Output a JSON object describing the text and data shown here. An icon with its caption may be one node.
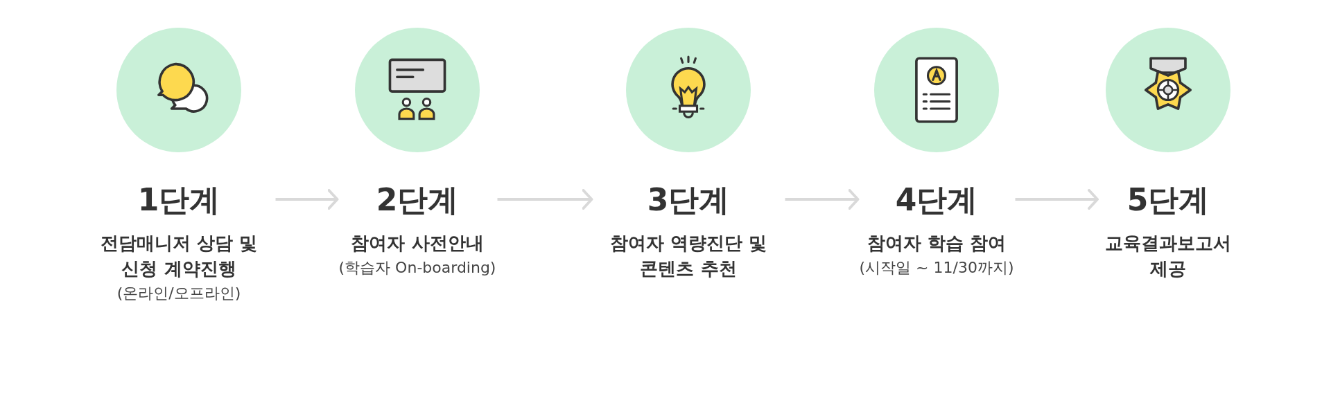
{
  "diagram": {
    "nodes": [
      {
        "text": [
          "1단계",
          "전담매니저 상담 및 신청 계약진행",
          "(온라인/오프라인)"
        ]
      },
      {
        "text": [
          "2단계",
          "참여자 사전안내",
          "(학습자 On-boarding)"
        ]
      },
      {
        "text": [
          "3단계",
          "참여자 역량진단 및 콘텐츠 추천"
        ]
      },
      {
        "text": [
          "4단계",
          "참여자 학습 참여",
          "(시작일 ~ 11/30까지)"
        ]
      },
      {
        "text": [
          "5단계",
          "교육결과보고서 제공"
        ]
      }
    ],
    "edges": [
      {
        "from": 0,
        "to": 1,
        "arrow": "to"
      },
      {
        "from": 1,
        "to": 2,
        "arrow": "to"
      },
      {
        "from": 2,
        "to": 3,
        "arrow": "to"
      },
      {
        "from": 3,
        "to": 4,
        "arrow": "to"
      }
    ]
  }
}
